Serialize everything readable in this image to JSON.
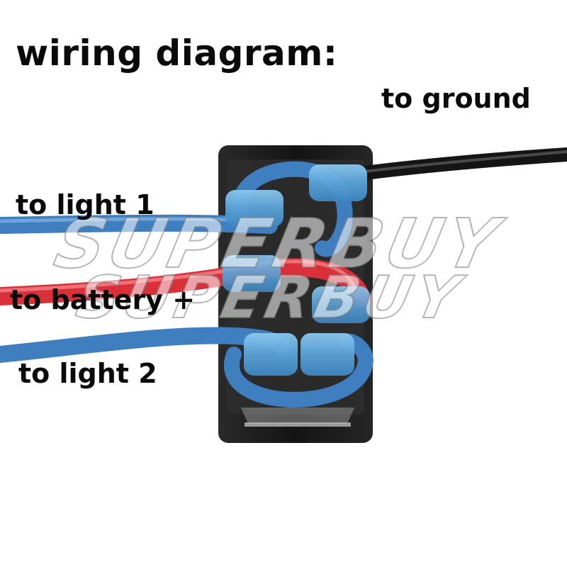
{
  "title": "wiring diagram:",
  "labels": {
    "ground": "to ground",
    "light1": "to light 1",
    "battery": "to battery +",
    "light2": "to light 2"
  },
  "watermark": "SUPERBUY",
  "colors": {
    "switch_body": "#1c1c1c",
    "blue_wire": "#3f7fc0",
    "red_wire": "#d9303a",
    "black_wire": "#151515",
    "connector": "#66aee0"
  }
}
